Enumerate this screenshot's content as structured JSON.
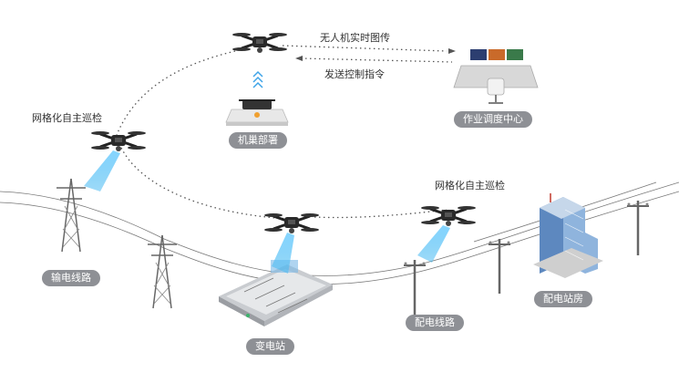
{
  "flow": {
    "realtime_transfer": "无人机实时图传",
    "send_control": "发送控制指令"
  },
  "labels": {
    "grid_patrol_left": "网格化自主巡检",
    "grid_patrol_right": "网格化自主巡检",
    "nest_deploy": "机巢部署",
    "dispatch_center": "作业调度中心",
    "transmission_line": "输电线路",
    "substation": "变电站",
    "distribution_line": "配电线路",
    "distribution_room": "配电站房"
  },
  "colors": {
    "label_bg": "#8e9095",
    "beam": "#3fb6f0",
    "dotted_path": "#555555",
    "tower": "#666666"
  },
  "icons": [
    "drone-icon",
    "drone-nest-icon",
    "control-desk-icon",
    "transmission-tower-icon",
    "substation-icon",
    "utility-pole-icon",
    "building-icon"
  ]
}
